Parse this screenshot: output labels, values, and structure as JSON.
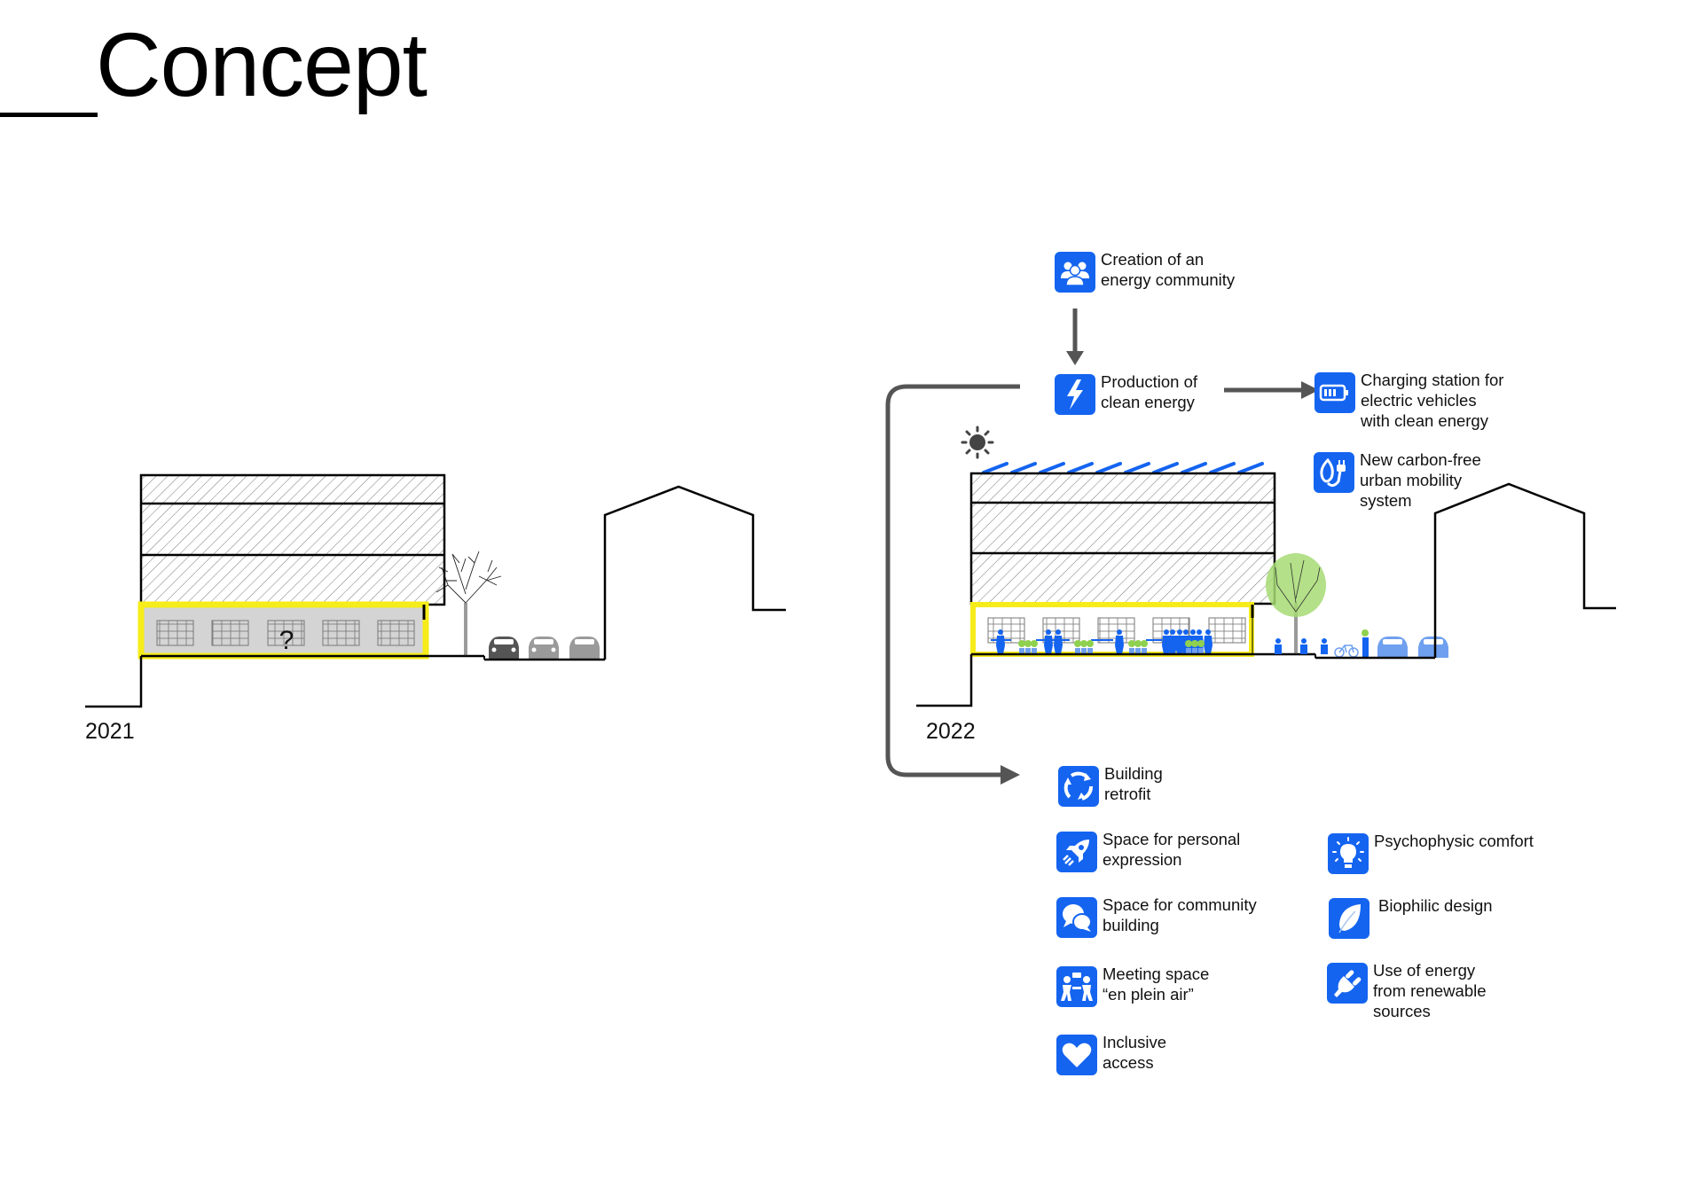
{
  "page": {
    "title": "Concept"
  },
  "diagram": {
    "before": {
      "year": "2021",
      "ground_floor_marker": "?"
    },
    "after": {
      "year": "2022"
    },
    "flow": [
      {
        "id": "energy-community",
        "icon": "people-group-icon",
        "label": "Creation of an\nenergy community"
      },
      {
        "id": "clean-energy",
        "icon": "lightning-bolt-icon",
        "label": "Production of\nclean energy"
      },
      {
        "id": "charging-station",
        "icon": "battery-icon",
        "label": "Charging station for\nelectric vehicles\nwith clean energy"
      },
      {
        "id": "urban-mobility",
        "icon": "leaf-plug-icon",
        "label": "New carbon-free\nurban mobility\nsystem"
      }
    ],
    "outcomes_left": [
      {
        "id": "building-retrofit",
        "icon": "recycle-arrows-icon",
        "label": "Building\nretrofit"
      },
      {
        "id": "personal-expression",
        "icon": "rocket-icon",
        "label": "Space for personal\nexpression"
      },
      {
        "id": "community-building",
        "icon": "speech-bubbles-icon",
        "label": "Space for community\nbuilding"
      },
      {
        "id": "meeting-space",
        "icon": "meeting-people-icon",
        "label": "Meeting space\n“en plein air”"
      },
      {
        "id": "inclusive-access",
        "icon": "heart-icon",
        "label": "Inclusive\naccess"
      }
    ],
    "outcomes_right": [
      {
        "id": "psychophysic-comfort",
        "icon": "lightbulb-icon",
        "label": "Psychophysic comfort"
      },
      {
        "id": "biophilic-design",
        "icon": "leaf-icon",
        "label": "Biophilic design"
      },
      {
        "id": "renewable-energy",
        "icon": "plug-icon",
        "label": "Use of energy\nfrom renewable\nsources"
      }
    ],
    "colors": {
      "accent_blue": "#1464f0",
      "highlight_yellow": "#f5ec1a",
      "arrow_gray": "#555555",
      "tree_green": "#8fd14f",
      "light_blue": "#6fa0ef"
    }
  }
}
